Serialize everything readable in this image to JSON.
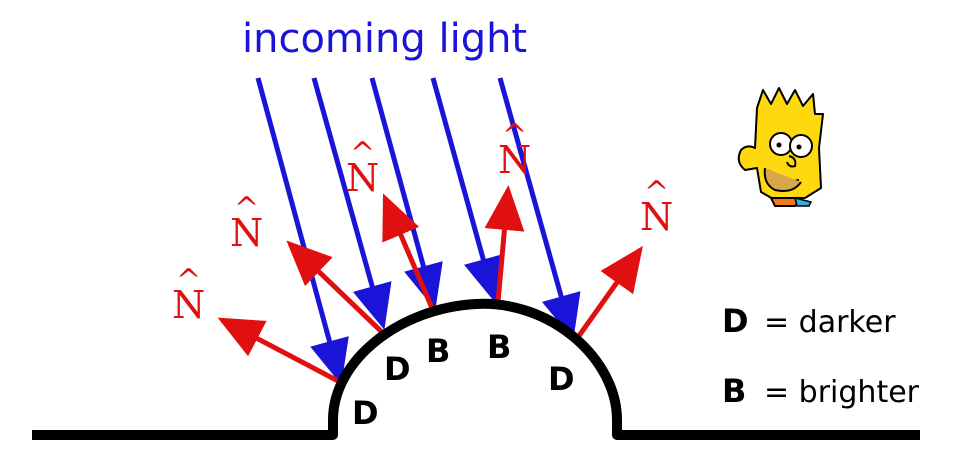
{
  "title": "incoming light",
  "normal_symbol": "N",
  "normal_hat": "^",
  "regions": [
    "D",
    "D",
    "B",
    "B",
    "D"
  ],
  "legend": [
    {
      "key": "D",
      "text": "= darker"
    },
    {
      "key": "B",
      "text": "= brighter"
    }
  ],
  "colors": {
    "light_ray": "#1a14d8",
    "normal": "#e01010",
    "surface": "#000000"
  },
  "icons": [
    "bart-simpson-head-icon"
  ]
}
